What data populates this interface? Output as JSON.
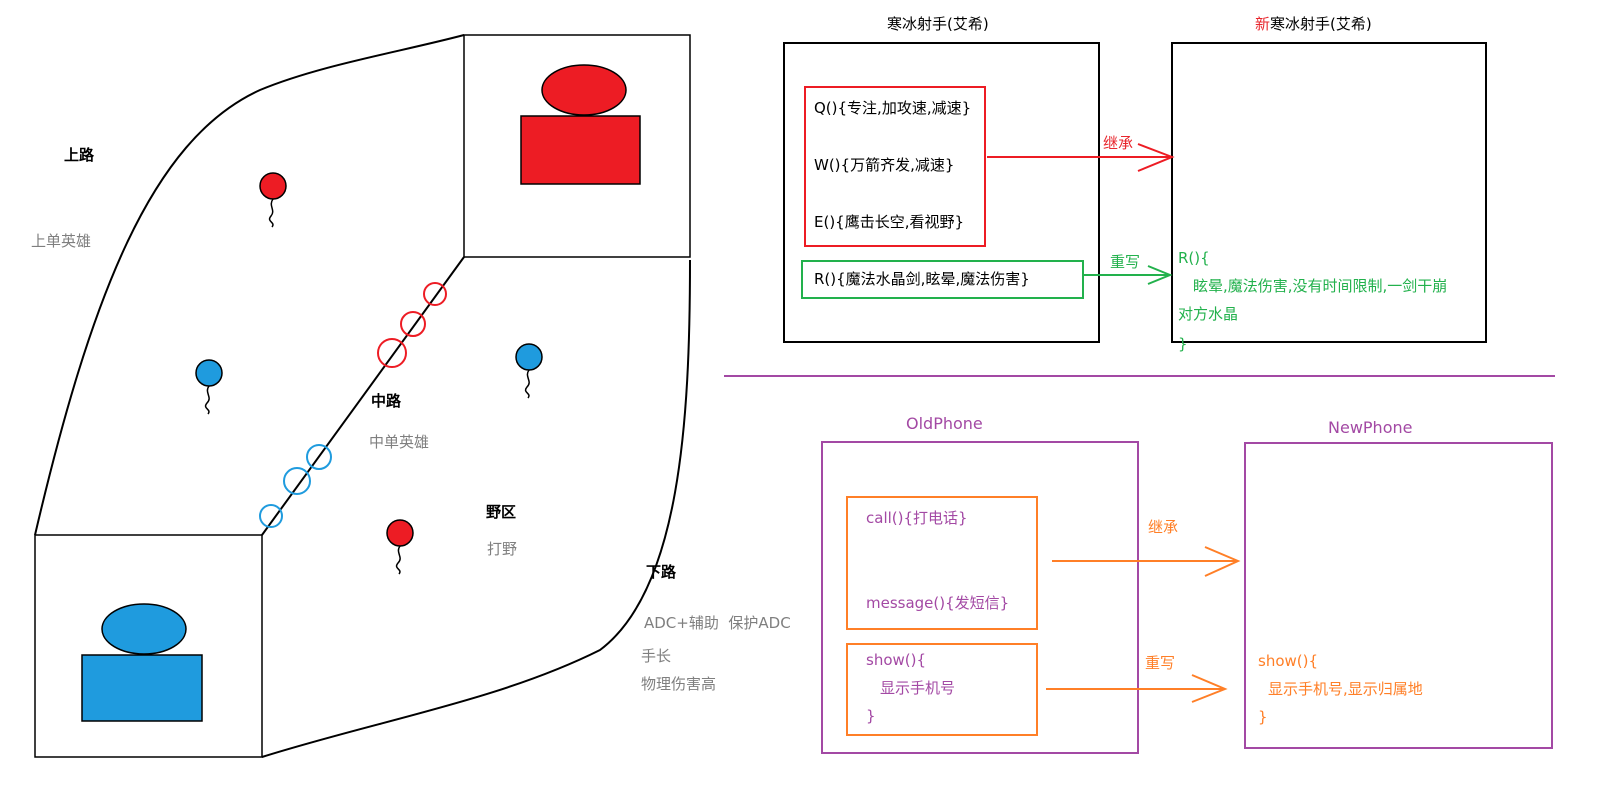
{
  "colors": {
    "red": "#ed1c24",
    "blue": "#1f9bde",
    "green": "#22b14c",
    "purple": "#a349a4",
    "orange": "#ff7f27",
    "gray_text": "#7f7f7f"
  },
  "map": {
    "top_lane": "上路",
    "top_hero": "上单英雄",
    "mid_lane": "中路",
    "mid_hero": "中单英雄",
    "jungle": "野区",
    "jungle_role": "打野",
    "bottom_lane": "下路",
    "bottom_desc": [
      "ADC+辅助  保护ADC",
      "手长",
      "物理伤害高"
    ]
  },
  "ashe": {
    "old_title": "寒冰射手(艾希)",
    "new_prefix": "新",
    "new_title": "寒冰射手(艾希)",
    "skills": [
      "Q(){专注,加攻速,减速}",
      "W(){万箭齐发,减速}",
      "E(){鹰击长空,看视野}"
    ],
    "r_skill": "R(){魔法水晶剑,眩晕,魔法伤害}",
    "inherit_label": "继承",
    "override_label": "重写",
    "new_r": [
      "R(){",
      "眩晕,魔法伤害,没有时间限制,一剑干崩",
      "对方水晶",
      "}"
    ]
  },
  "phone": {
    "old_title": "OldPhone",
    "new_title": "NewPhone",
    "methods": [
      "call(){打电话}",
      "message(){发短信}"
    ],
    "show": [
      "show(){",
      "显示手机号",
      "}"
    ],
    "inherit_label": "继承",
    "override_label": "重写",
    "new_show": [
      "show(){",
      "显示手机号,显示归属地",
      "}"
    ]
  }
}
